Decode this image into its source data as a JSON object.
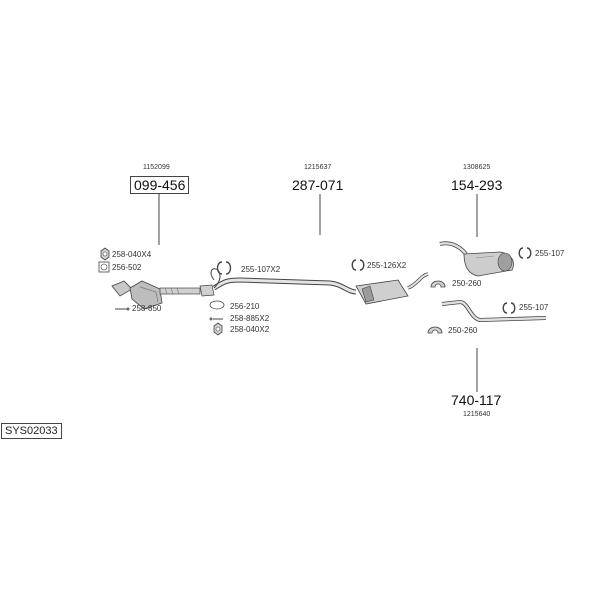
{
  "system_code": "SYS02033",
  "assemblies": [
    {
      "part": "099-456",
      "ref": "1152099"
    },
    {
      "part": "287-071",
      "ref": "1215637"
    },
    {
      "part": "154-293",
      "ref": "1308625"
    },
    {
      "part": "740-117",
      "ref": "1215640"
    }
  ],
  "fittings": [
    {
      "code": "258-040X4",
      "icon": "nut-icon"
    },
    {
      "code": "256-502",
      "icon": "gasket-icon"
    },
    {
      "code": "258-850",
      "icon": "stud-icon"
    },
    {
      "code": "255-107X2",
      "icon": "hanger-icon"
    },
    {
      "code": "256-210",
      "icon": "flange-gasket-icon"
    },
    {
      "code": "258-885X2",
      "icon": "bolt-icon"
    },
    {
      "code": "258-040X2",
      "icon": "nut-icon"
    },
    {
      "code": "255-126X2",
      "icon": "hanger-icon"
    },
    {
      "code": "255-107",
      "icon": "hanger-icon"
    },
    {
      "code": "250-260",
      "icon": "clamp-icon"
    },
    {
      "code": "255-107",
      "icon": "hanger-icon"
    },
    {
      "code": "250-260",
      "icon": "clamp-icon"
    }
  ],
  "colors": {
    "line": "#444444",
    "part_fill": "#d8d8d8",
    "part_dark": "#9a9a9a"
  }
}
